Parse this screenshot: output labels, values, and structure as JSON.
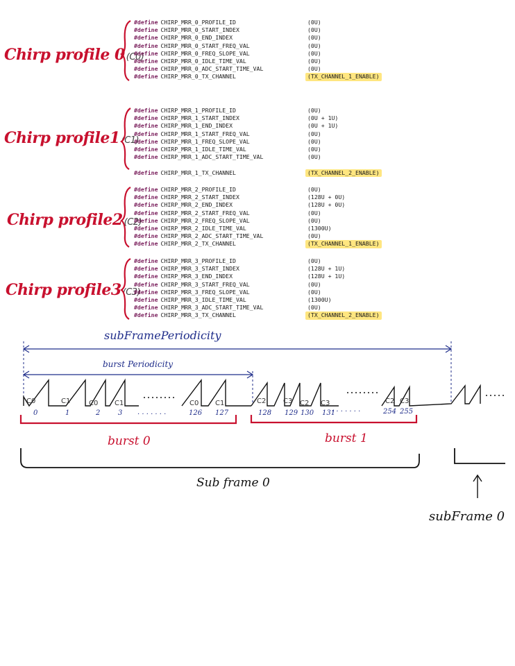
{
  "profiles": [
    {
      "label": "Chirp profile 0",
      "tag": "(C0)",
      "lines": [
        {
          "kw": "#define",
          "name": "CHIRP_MRR_0_PROFILE_ID",
          "value": "(0U)",
          "hl": false
        },
        {
          "kw": "#define",
          "name": "CHIRP_MRR_0_START_INDEX",
          "value": "(0U)",
          "hl": false
        },
        {
          "kw": "#define",
          "name": "CHIRP_MRR_0_END_INDEX",
          "value": "(0U)",
          "hl": false
        },
        {
          "kw": "#define",
          "name": "CHIRP_MRR_0_START_FREQ_VAL",
          "value": "(0U)",
          "hl": false
        },
        {
          "kw": "#define",
          "name": "CHIRP_MRR_0_FREQ_SLOPE_VAL",
          "value": "(0U)",
          "hl": false
        },
        {
          "kw": "#define",
          "name": "CHIRP_MRR_0_IDLE_TIME_VAL",
          "value": "(0U)",
          "hl": false
        },
        {
          "kw": "#define",
          "name": "CHIRP_MRR_0_ADC_START_TIME_VAL",
          "value": "(0U)",
          "hl": false
        },
        {
          "kw": "#define",
          "name": "CHIRP_MRR_0_TX_CHANNEL",
          "value": "(TX_CHANNEL_1_ENABLE)",
          "hl": true
        }
      ]
    },
    {
      "label": "Chirp profile1",
      "tag": "(C1)",
      "lines": [
        {
          "kw": "#define",
          "name": "CHIRP_MRR_1_PROFILE_ID",
          "value": "(0U)",
          "hl": false
        },
        {
          "kw": "#define",
          "name": "CHIRP_MRR_1_START_INDEX",
          "value": "(0U + 1U)",
          "hl": false
        },
        {
          "kw": "#define",
          "name": "CHIRP_MRR_1_END_INDEX",
          "value": "(0U + 1U)",
          "hl": false
        },
        {
          "kw": "#define",
          "name": "CHIRP_MRR_1_START_FREQ_VAL",
          "value": "(0U)",
          "hl": false
        },
        {
          "kw": "#define",
          "name": "CHIRP_MRR_1_FREQ_SLOPE_VAL",
          "value": "(0U)",
          "hl": false
        },
        {
          "kw": "#define",
          "name": "CHIRP_MRR_1_IDLE_TIME_VAL",
          "value": "(0U)",
          "hl": false
        },
        {
          "kw": "#define",
          "name": "CHIRP_MRR_1_ADC_START_TIME_VAL",
          "value": "(0U)",
          "hl": false
        },
        {
          "kw": "",
          "name": "",
          "value": "",
          "hl": false
        },
        {
          "kw": "#define",
          "name": "CHIRP_MRR_1_TX_CHANNEL",
          "value": "(TX_CHANNEL_2_ENABLE)",
          "hl": true
        }
      ]
    },
    {
      "label": "Chirp profile2",
      "tag": "(C2)",
      "lines": [
        {
          "kw": "#define",
          "name": "CHIRP_MRR_2_PROFILE_ID",
          "value": "(0U)",
          "hl": false
        },
        {
          "kw": "#define",
          "name": "CHIRP_MRR_2_START_INDEX",
          "value": "(128U + 0U)",
          "hl": false
        },
        {
          "kw": "#define",
          "name": "CHIRP_MRR_2_END_INDEX",
          "value": "(128U + 0U)",
          "hl": false
        },
        {
          "kw": "#define",
          "name": "CHIRP_MRR_2_START_FREQ_VAL",
          "value": "(0U)",
          "hl": false
        },
        {
          "kw": "#define",
          "name": "CHIRP_MRR_2_FREQ_SLOPE_VAL",
          "value": "(0U)",
          "hl": false
        },
        {
          "kw": "#define",
          "name": "CHIRP_MRR_2_IDLE_TIME_VAL",
          "value": "(1300U)",
          "hl": false
        },
        {
          "kw": "#define",
          "name": "CHIRP_MRR_2_ADC_START_TIME_VAL",
          "value": "(0U)",
          "hl": false
        },
        {
          "kw": "#define",
          "name": "CHIRP_MRR_2_TX_CHANNEL",
          "value": "(TX_CHANNEL_1_ENABLE)",
          "hl": true
        }
      ]
    },
    {
      "label": "Chirp profile3",
      "tag": "(C3)",
      "lines": [
        {
          "kw": "#define",
          "name": "CHIRP_MRR_3_PROFILE_ID",
          "value": "(0U)",
          "hl": false
        },
        {
          "kw": "#define",
          "name": "CHIRP_MRR_3_START_INDEX",
          "value": "(128U + 1U)",
          "hl": false
        },
        {
          "kw": "#define",
          "name": "CHIRP_MRR_3_END_INDEX",
          "value": "(128U + 1U)",
          "hl": false
        },
        {
          "kw": "#define",
          "name": "CHIRP_MRR_3_START_FREQ_VAL",
          "value": "(0U)",
          "hl": false
        },
        {
          "kw": "#define",
          "name": "CHIRP_MRR_3_FREQ_SLOPE_VAL",
          "value": "(0U)",
          "hl": false
        },
        {
          "kw": "#define",
          "name": "CHIRP_MRR_3_IDLE_TIME_VAL",
          "value": "(1300U)",
          "hl": false
        },
        {
          "kw": "#define",
          "name": "CHIRP_MRR_3_ADC_START_TIME_VAL",
          "value": "(0U)",
          "hl": false
        },
        {
          "kw": "#define",
          "name": "CHIRP_MRR_3_TX_CHANNEL",
          "value": "(TX_CHANNEL_2_ENABLE)",
          "hl": true
        }
      ]
    }
  ],
  "timing": {
    "subframe_periodicity_label": "subFramePeriodicity",
    "burst_periodicity_label": "burst Periodicity",
    "chirp_labels": [
      "C0",
      "C1",
      "C0",
      "C1",
      "C0",
      "C1",
      "C2",
      "C3",
      "C2",
      "C3",
      "C2",
      "C3"
    ],
    "index_labels": [
      "0",
      "1",
      "2",
      "3",
      "126",
      "127",
      "128",
      "129",
      "130",
      "131",
      "254",
      "255"
    ],
    "burst0_label": "burst 0",
    "burst1_label": "burst 1",
    "subframe_label": "Sub frame 0",
    "subframe_next_label": "subFrame 0",
    "colors": {
      "red": "#c8102e",
      "blue": "#1f2d8a",
      "highlight": "#ffe680"
    }
  }
}
